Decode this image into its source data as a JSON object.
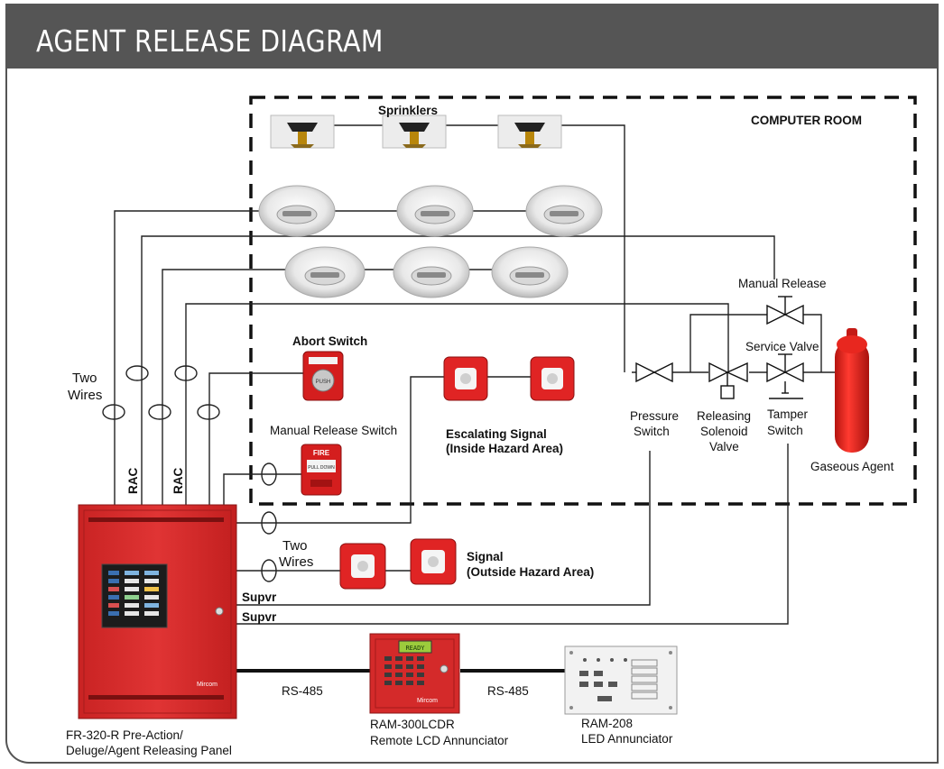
{
  "title": "AGENT RELEASE DIAGRAM",
  "labels": {
    "sprinklers": "Sprinklers",
    "computer_room": "COMPUTER ROOM",
    "manual_release": "Manual Release",
    "service_valve": "Service Valve",
    "abort_switch": "Abort Switch",
    "manual_release_switch": "Manual Release Switch",
    "escalating_signal_1": "Escalating Signal",
    "escalating_signal_2": "(Inside Hazard Area)",
    "two_wires_a1": "Two",
    "two_wires_a2": "Wires",
    "two_wires_b1": "Two",
    "two_wires_b2": "Wires",
    "pressure_switch_1": "Pressure",
    "pressure_switch_2": "Switch",
    "releasing_1": "Releasing",
    "releasing_2": "Solenoid",
    "releasing_3": "Valve",
    "tamper_1": "Tamper",
    "tamper_2": "Switch",
    "gaseous_agent": "Gaseous Agent",
    "rac_1": "RAC",
    "rac_2": "RAC",
    "signal_1": "Signal",
    "signal_2": "(Outside Hazard Area)",
    "supvr_1": "Supvr",
    "supvr_2": "Supvr",
    "rs485_1": "RS-485",
    "rs485_2": "RS-485",
    "panel_1": "FR-320-R   Pre-Action/",
    "panel_2": "Deluge/Agent Releasing Panel",
    "ram300_1": "RAM-300LCDR",
    "ram300_2": "Remote LCD Annunciator",
    "ram208_1": "RAM-208",
    "ram208_2": "LED Annunciator"
  },
  "devices": {
    "abort_switch_text": "PUSH",
    "pull_station_top": "FIRE",
    "pull_station_mid": "PULL DOWN",
    "brand_a": "Mircom",
    "brand_b": "Mircom",
    "lcd_text": "READY"
  },
  "colors": {
    "panel_red": "#d42a2a",
    "device_red": "#e02424",
    "header_gray": "#555555",
    "cylinder_red": "#e0201c"
  }
}
